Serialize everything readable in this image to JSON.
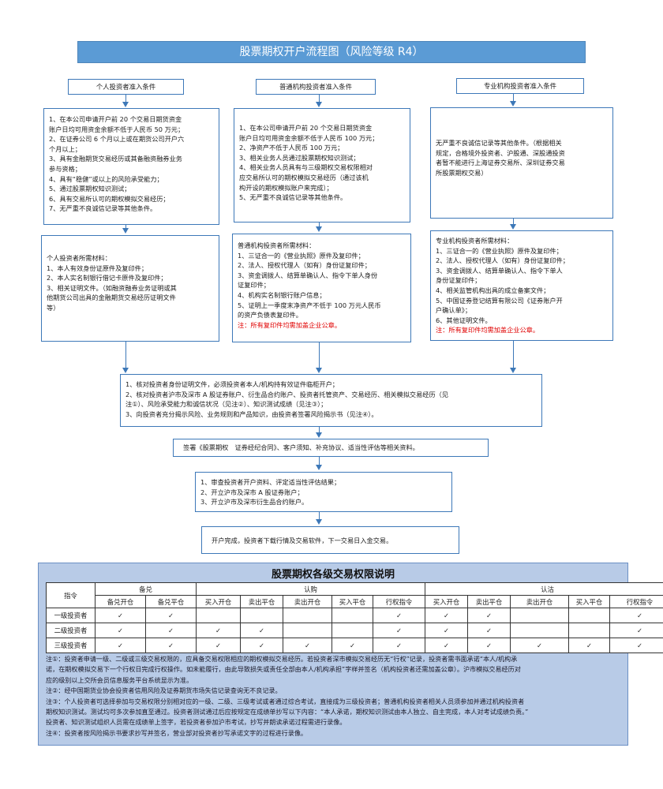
{
  "title": "股票期权开户流程图（风险等级 R4）",
  "columns": [
    {
      "header": "个人投资者准入条件",
      "conditions": [
        "1、在本公司申请开户前 20 个交易日期货资金",
        "账户日均可用资金余额不低于人民币 50 万元；",
        "2、在证券公司 6 个月以上或在期货公司开户六",
        "个月以上；",
        "3、具有金融期货交易经历或其备融资融券业务",
        "参与资格；",
        "4、具有“稳健”或以上的风险承受能力；",
        "5、通过股票期权知识测试；",
        "6、具有交易所认可的期权模拟交易经历；",
        "7、无严重不良诚信记录等其他条件。"
      ],
      "materials": [
        "个人投资者所需材料：",
        "1、本人有效身份证原件及复印件；",
        "2、本人实名制银行借记卡原件及复印件；",
        "3、相关证明文件。（如融资融券业务证明或其",
        "他期货公司出具的金融期货交易经历证明文件",
        "等）"
      ],
      "materials_note": ""
    },
    {
      "header": "普通机构投资者准入条件",
      "conditions": [
        "1、在本公司申请开户前 20 个交易日期货资金",
        "账户日均可用资金余额不低于人民币 100 万元；",
        "2、净资产不低于人民币 100 万元；",
        "3、相关业务人员通过股票期权知识测试；",
        "4、相关业务人员具有与三级期权交易权限相对",
        "应交易所认可的期权模拟交易经历（通过该机",
        "构开设的期权模拟账户来完成）；",
        "5、无严重不良诚信记录等其他条件。"
      ],
      "materials": [
        "普通机构投资者所需材料：",
        "1、三证合一的《营业执照》原件及复印件；",
        "2、法人、授权代理人（如有）身份证复印件；",
        "3、资金调拨人、结算单确认人、指令下单人身份",
        "证复印件；",
        "4、机构实名制银行账户信息；",
        "5、证明上一季度末净资产不低于 100 万元人民币",
        "的资产负债表复印件。"
      ],
      "materials_note": "注：所有复印件均需加盖企业公章。"
    },
    {
      "header": "专业机构投资者准入条件",
      "conditions": [
        "无严重不良诚信记录等其他条件。（根据相关",
        "规定，合格境外投资者、沪股通、深股通投资",
        "者暂不能进行上海证券交易所、深圳证券交易",
        "所股票期权交易）"
      ],
      "materials": [
        "专业机构投资者所需材料：",
        "1、三证合一的《营业执照》原件及复印件；",
        "2、法人、授权代理人（如有）身份证复印件；",
        "3、资金调拨人、结算单确认人、指令下单人",
        "身份证复印件；",
        "4、相关监管机构出具的成立备案文件；",
        "5、中国证券登记结算有限公司《证券账户开",
        "户确认单》；",
        "6、其他证明文件。"
      ],
      "materials_note": "注：所有复印件均需加盖企业公章。"
    }
  ],
  "steps": [
    [
      "1、核对投资者身份证明文件，必须投资者本人/机构持有效证件临柜开户；",
      "2、核对投资者沪市及深市 A 股证券账户、衍生品合约账户、投资者托管资产、交易经历、相关模拟交易经历（见",
      "注①）、风险承受能力和诚信状况（见注②）、知识测试成绩（见注③）；",
      "3、向投资者充分揭示风险、业务规则和产品知识，由投资者签署风险揭示书（见注④）。"
    ],
    [
      "签署《股票期权　证券经纪合同》、客户须知、补充协议、适当性评估等相关资料。"
    ],
    [
      "1、审查投资者开户资料、评定适当性评估结果；",
      "2、开立沪市及深市 A 股证券账户；",
      "3、开立沪市及深市衍生品合约账户。"
    ],
    [
      "开户完成，投资者下载行情及交易软件，下一交易日入金交易。"
    ]
  ],
  "permissions": {
    "title": "股票期权各级交易权限说明",
    "instruction_label": "指令",
    "check": "✓",
    "groups": [
      {
        "name": "备兑",
        "cols": [
          "备兑开仓",
          "备兑平仓"
        ]
      },
      {
        "name": "认购",
        "cols": [
          "买入开仓",
          "卖出平仓",
          "卖出开仓",
          "买入平仓",
          "行权指令"
        ]
      },
      {
        "name": "认沽",
        "cols": [
          "买入开仓",
          "卖出平仓",
          "卖出开仓",
          "买入平仓",
          "行权指令"
        ]
      }
    ],
    "rows": [
      {
        "label": "一级投资者",
        "flags": [
          1,
          1,
          0,
          0,
          0,
          0,
          1,
          1,
          1,
          0,
          0,
          1
        ]
      },
      {
        "label": "二级投资者",
        "flags": [
          1,
          1,
          1,
          1,
          0,
          0,
          1,
          1,
          1,
          0,
          0,
          1
        ]
      },
      {
        "label": "三级投资者",
        "flags": [
          1,
          1,
          1,
          1,
          1,
          1,
          1,
          1,
          1,
          1,
          1,
          1
        ]
      }
    ]
  },
  "notes": [
    "注①：投资者申请一级、二级或三级交易权限的，应具备交易权限相应的期权模拟交易经历。若投资者深市模拟交易经历无“行权”记录，投资者需书面承诺“本人/机构承",
    "诺，在期权模拟交易下一个行权日完成行权操作。如未能履行，由此导致损失或责任全部由本人/机构承担”字样并签名（机构投资者还需加盖公章）。沪市模拟交易经历对",
    "应的级别以上交所会员信息服务平台系统显示为准。",
    "注②：经中国期货业协会投资者信用风险及证券期货市场失信记录查询无不良记录。",
    "注③：个人投资者可选择参加与交易权限分别相对应的一级、二级、三级考试或者通过综合考试，直接成为三级投资者；普通机构投资者相关人员须参加并通过机构投资者",
    "期权知识测试。测试均可多次参加直至通过。投资者测试通过后应按规定在成绩单抄写以下内容：“本人承诺，期权知识测试由本人独立、自主完成，本人对考试成绩负责。”",
    "投资者、知识测试组织人员需在成绩单上签字，若投资者参加沪市考试，抄写并朗读承诺过程需进行录像。",
    "注④：投资者按风险揭示书要求抄写并签名，营业部对投资者抄写承诺文字的过程进行录像。"
  ]
}
